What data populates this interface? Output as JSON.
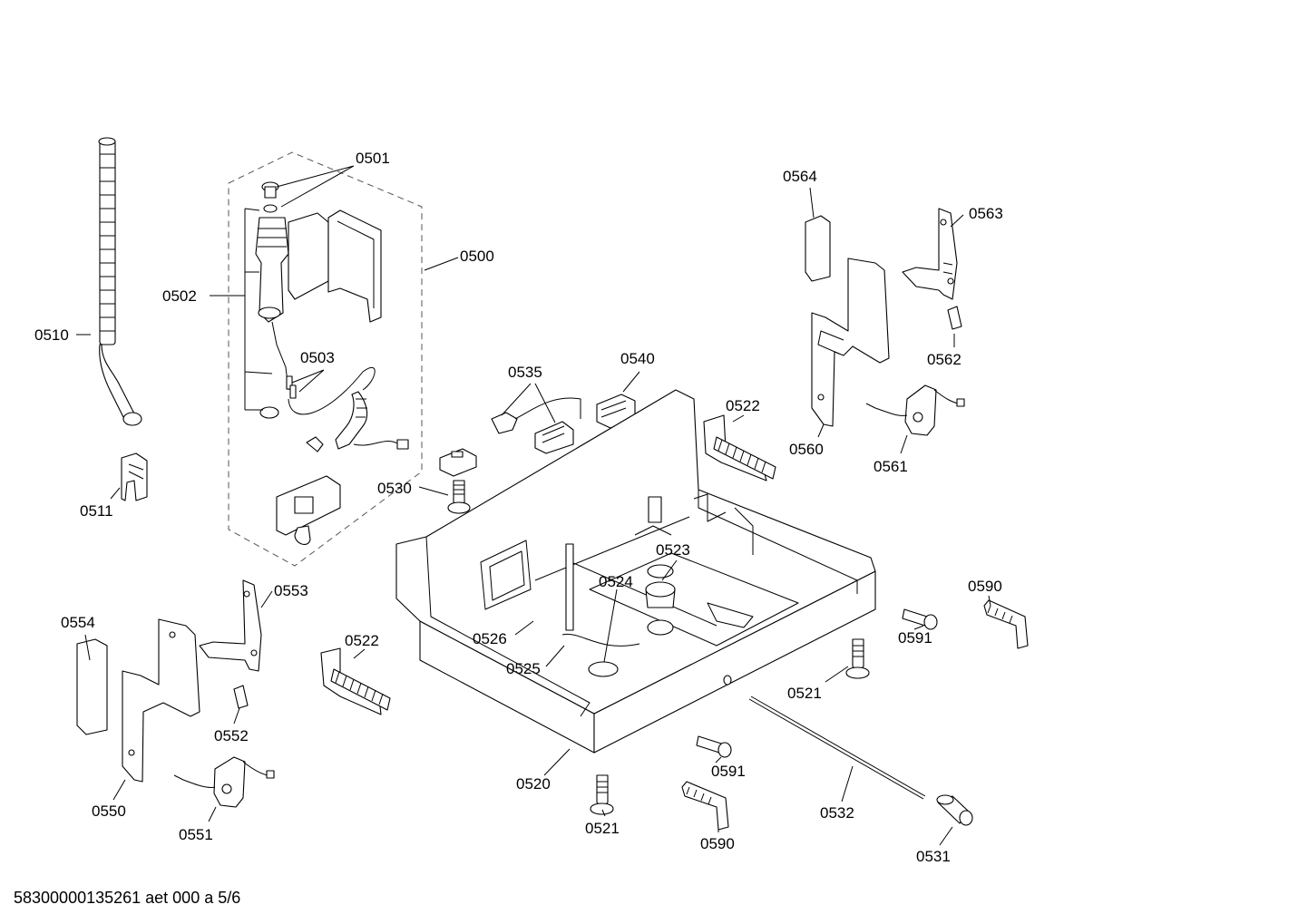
{
  "footer": {
    "text": "58300000135261 aet 000 a 5/6"
  },
  "labels": [
    {
      "id": "0501",
      "text": "0501"
    },
    {
      "id": "0500",
      "text": "0500"
    },
    {
      "id": "0502",
      "text": "0502"
    },
    {
      "id": "0510",
      "text": "0510"
    },
    {
      "id": "0503",
      "text": "0503"
    },
    {
      "id": "0511",
      "text": "0511"
    },
    {
      "id": "0535",
      "text": "0535"
    },
    {
      "id": "0540",
      "text": "0540"
    },
    {
      "id": "0564",
      "text": "0564"
    },
    {
      "id": "0563",
      "text": "0563"
    },
    {
      "id": "0562",
      "text": "0562"
    },
    {
      "id": "0522a",
      "text": "0522"
    },
    {
      "id": "0560",
      "text": "0560"
    },
    {
      "id": "0561",
      "text": "0561"
    },
    {
      "id": "0530",
      "text": "0530"
    },
    {
      "id": "0523",
      "text": "0523"
    },
    {
      "id": "0524",
      "text": "0524"
    },
    {
      "id": "0526",
      "text": "0526"
    },
    {
      "id": "0525",
      "text": "0525"
    },
    {
      "id": "0553",
      "text": "0553"
    },
    {
      "id": "0554",
      "text": "0554"
    },
    {
      "id": "0522b",
      "text": "0522"
    },
    {
      "id": "0552",
      "text": "0552"
    },
    {
      "id": "0550",
      "text": "0550"
    },
    {
      "id": "0551",
      "text": "0551"
    },
    {
      "id": "0590a",
      "text": "0590"
    },
    {
      "id": "0591a",
      "text": "0591"
    },
    {
      "id": "0521a",
      "text": "0521"
    },
    {
      "id": "0591b",
      "text": "0591"
    },
    {
      "id": "0520",
      "text": "0520"
    },
    {
      "id": "0521b",
      "text": "0521"
    },
    {
      "id": "0590b",
      "text": "0590"
    },
    {
      "id": "0532",
      "text": "0532"
    },
    {
      "id": "0531",
      "text": "0531"
    }
  ]
}
